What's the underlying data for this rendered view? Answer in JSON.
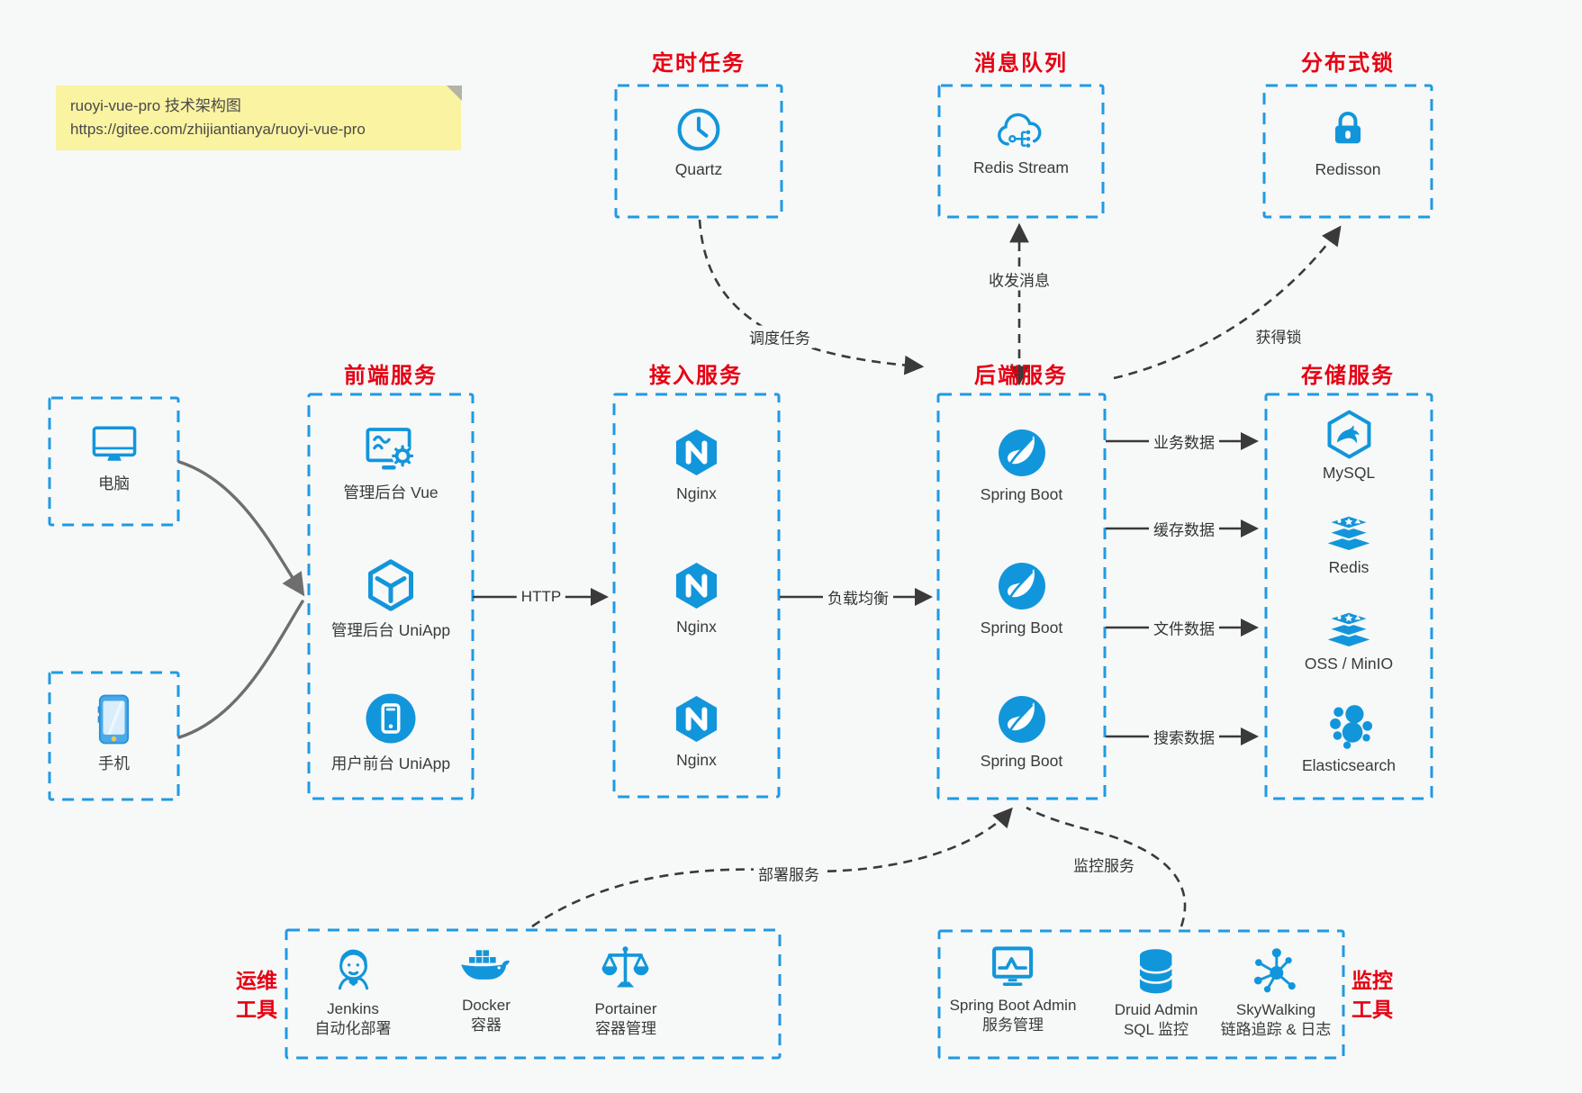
{
  "note": {
    "line1": "ruoyi-vue-pro 技术架构图",
    "line2": "https://gitee.com/zhijiantianya/ruoyi-vue-pro"
  },
  "colors": {
    "accent_blue": "#1296db",
    "dashed_border_blue": "#1f9ae3",
    "title_red": "#e60012",
    "arrow_dark": "#3a3a3a",
    "arrow_gray": "#6e6e6e",
    "note_bg": "#faf3a1",
    "page_bg": "#f7f8f8",
    "label_text": "#3a3a3a"
  },
  "top": {
    "scheduled": {
      "title": "定时任务",
      "item": {
        "icon": "clock-icon",
        "label": "Quartz"
      }
    },
    "mq": {
      "title": "消息队列",
      "item": {
        "icon": "cloud-stream-icon",
        "label": "Redis Stream"
      }
    },
    "lock": {
      "title": "分布式锁",
      "item": {
        "icon": "lock-icon",
        "label": "Redisson"
      }
    }
  },
  "clients": {
    "pc": {
      "icon": "desktop-icon",
      "label": "电脑"
    },
    "mobile": {
      "icon": "smartphone-icon",
      "label": "手机"
    }
  },
  "frontend": {
    "title": "前端服务",
    "items": [
      {
        "icon": "admin-vue-icon",
        "label": "管理后台 Vue"
      },
      {
        "icon": "uniapp-cube-icon",
        "label": "管理后台 UniApp"
      },
      {
        "icon": "uniapp-phone-icon",
        "label": "用户前台 UniApp"
      }
    ]
  },
  "gateway": {
    "title": "接入服务",
    "items": [
      {
        "icon": "nginx-icon",
        "label": "Nginx"
      },
      {
        "icon": "nginx-icon",
        "label": "Nginx"
      },
      {
        "icon": "nginx-icon",
        "label": "Nginx"
      }
    ]
  },
  "backend": {
    "title": "后端服务",
    "items": [
      {
        "icon": "spring-boot-icon",
        "label": "Spring Boot"
      },
      {
        "icon": "spring-boot-icon",
        "label": "Spring Boot"
      },
      {
        "icon": "spring-boot-icon",
        "label": "Spring Boot"
      }
    ]
  },
  "storage": {
    "title": "存储服务",
    "items": [
      {
        "icon": "mysql-icon",
        "label": "MySQL"
      },
      {
        "icon": "redis-icon",
        "label": "Redis"
      },
      {
        "icon": "oss-icon",
        "label": "OSS / MinIO"
      },
      {
        "icon": "elasticsearch-icon",
        "label": "Elasticsearch"
      }
    ]
  },
  "ops": {
    "title_line1": "运维",
    "title_line2": "工具",
    "items": [
      {
        "icon": "jenkins-icon",
        "name": "Jenkins",
        "desc": "自动化部署"
      },
      {
        "icon": "docker-icon",
        "name": "Docker",
        "desc": "容器"
      },
      {
        "icon": "portainer-icon",
        "name": "Portainer",
        "desc": "容器管理"
      }
    ]
  },
  "monitoring": {
    "title_line1": "监控",
    "title_line2": "工具",
    "items": [
      {
        "icon": "spring-boot-admin-icon",
        "name": "Spring Boot Admin",
        "desc": "服务管理"
      },
      {
        "icon": "druid-icon",
        "name": "Druid Admin",
        "desc": "SQL 监控"
      },
      {
        "icon": "skywalking-icon",
        "name": "SkyWalking",
        "desc": "链路追踪 & 日志"
      }
    ]
  },
  "edges": {
    "http": "HTTP",
    "load_balance": "负载均衡",
    "business_data": "业务数据",
    "cache_data": "缓存数据",
    "file_data": "文件数据",
    "search_data": "搜索数据",
    "schedule_task": "调度任务",
    "send_receive_msg": "收发消息",
    "acquire_lock": "获得锁",
    "deploy_service": "部署服务",
    "monitor_service": "监控服务"
  }
}
